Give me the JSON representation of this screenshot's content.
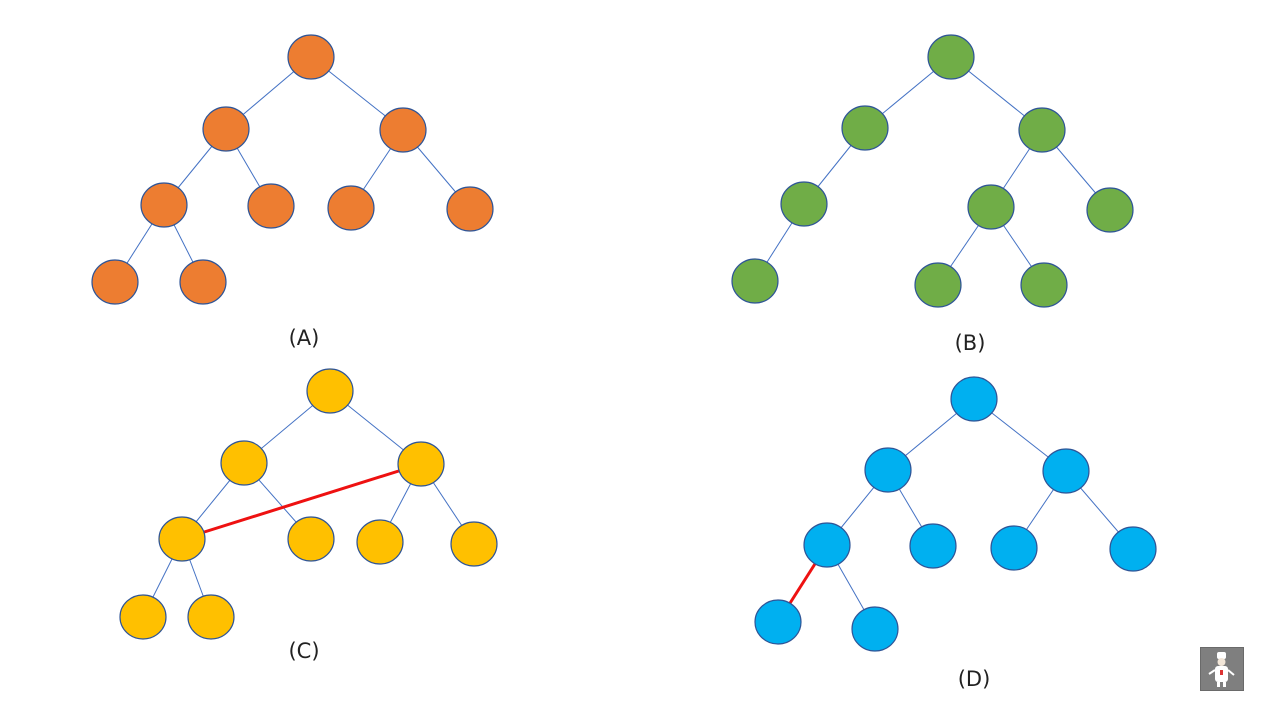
{
  "trees": [
    {
      "id": "a",
      "caption": "(A)",
      "color": "#ed7d31",
      "highlight_edges": []
    },
    {
      "id": "b",
      "caption": "(B)",
      "color": "#70ad47",
      "highlight_edges": []
    },
    {
      "id": "c",
      "caption": "(C)",
      "color": "#ffc000",
      "highlight_edges": [
        [
          "n3",
          "n4"
        ]
      ],
      "highlight_color": "#ee1111"
    },
    {
      "id": "d",
      "caption": "(D)",
      "color": "#00b0f0",
      "highlight_edges": [
        [
          "n4",
          "n8"
        ]
      ],
      "highlight_color": "#ee1111"
    }
  ],
  "avatar": {
    "icon": "chef-avatar-icon"
  }
}
